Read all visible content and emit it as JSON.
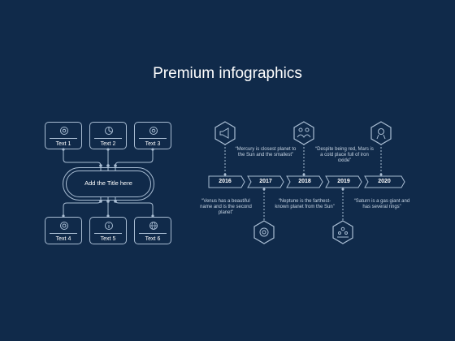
{
  "title": "Premium infographics",
  "hub": {
    "label": "Add the Title here"
  },
  "cards_top": [
    {
      "label": "Text 1",
      "icon": "gear-icon"
    },
    {
      "label": "Text 2",
      "icon": "pie-chart-icon"
    },
    {
      "label": "Text 3",
      "icon": "gear-icon"
    }
  ],
  "cards_bottom": [
    {
      "label": "Text 4",
      "icon": "target-icon"
    },
    {
      "label": "Text 5",
      "icon": "info-icon"
    },
    {
      "label": "Text 6",
      "icon": "globe-icon"
    }
  ],
  "timeline": {
    "years": [
      "2016",
      "2017",
      "2018",
      "2019",
      "2020"
    ],
    "quotes": {
      "q2016": "“Venus has a beautiful name and is the second planet”",
      "q2017": "“Mercury is closest planet to the Sun and the smallest”",
      "q2018": "“Neptune is the farthest-known planet from the Sun”",
      "q2019": "“Despite being red, Mars is a cold place full of iron oxide”",
      "q2020": "“Saturn is a gas giant and has several rings”"
    },
    "icons": [
      "megaphone-icon",
      "target-icon",
      "team-icon",
      "team-icon",
      "user-award-icon"
    ]
  },
  "colors": {
    "background": "#102a4a",
    "line": "#a9bdd3",
    "text": "#ffffff"
  }
}
